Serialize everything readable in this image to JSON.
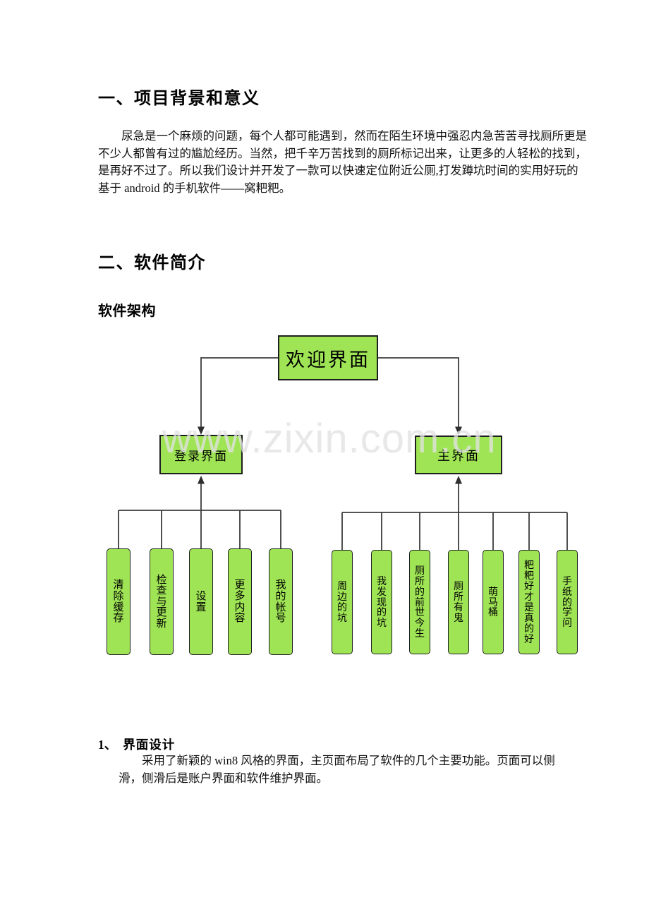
{
  "document": {
    "section1": {
      "heading": "一、项目背景和意义",
      "paragraph_lines": [
        "尿急是一个麻烦的问题，每个人都可能遇到，然而在陌生环境中强忍内急苦苦寻找厕所更是",
        "不少人都曾有过的尴尬经历。当然，把千辛万苦找到的厕所标记出来，让更多的人轻松的找到，",
        "是再好不过了。所以我们设计并开发了一款可以快速定位附近公厕,打发蹲坑时间的实用好玩的",
        "基于 android 的手机软件——窝粑粑。"
      ]
    },
    "section2": {
      "heading": "二、软件简介",
      "subheading": "软件架构"
    },
    "list_item": {
      "number": "1、",
      "title": "界面设计",
      "paragraph_lines": [
        "采用了新颖的 win8 风格的界面，主页面布局了软件的几个主要功能。页面可以侧",
        "滑，侧滑后是账户界面和软件维护界面。"
      ]
    }
  },
  "diagram": {
    "root_label": "欢迎界面",
    "login_label": "登录界面",
    "main_label": "主界面",
    "login_children": [
      "清除缓存",
      "检查与更新",
      "设置",
      "更多内容",
      "我的帐号"
    ],
    "main_children": [
      "周边的坑",
      "我发现的坑",
      "厕所的前世今生",
      "厕所有鬼",
      "萌马桶",
      "粑粑好才是真的好",
      "手纸的学问"
    ],
    "colors": {
      "node_fill": "#9FE455",
      "node_border": "#1F1F1F",
      "connector": "#3C3C3C"
    }
  },
  "watermark": {
    "text": "www.zixin.com.cn",
    "color": "#E2E2E2"
  }
}
